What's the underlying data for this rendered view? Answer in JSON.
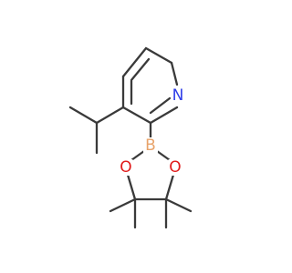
{
  "diagram": {
    "type": "chemical-structure",
    "atoms": {
      "N": {
        "label": "N",
        "color": "#2f3ee8"
      },
      "B": {
        "label": "B",
        "color": "#e8a36a"
      },
      "O1": {
        "label": "O",
        "color": "#e01b1b"
      },
      "O2": {
        "label": "O",
        "color": "#e01b1b"
      }
    },
    "bond_color": "#3a3a3a"
  }
}
